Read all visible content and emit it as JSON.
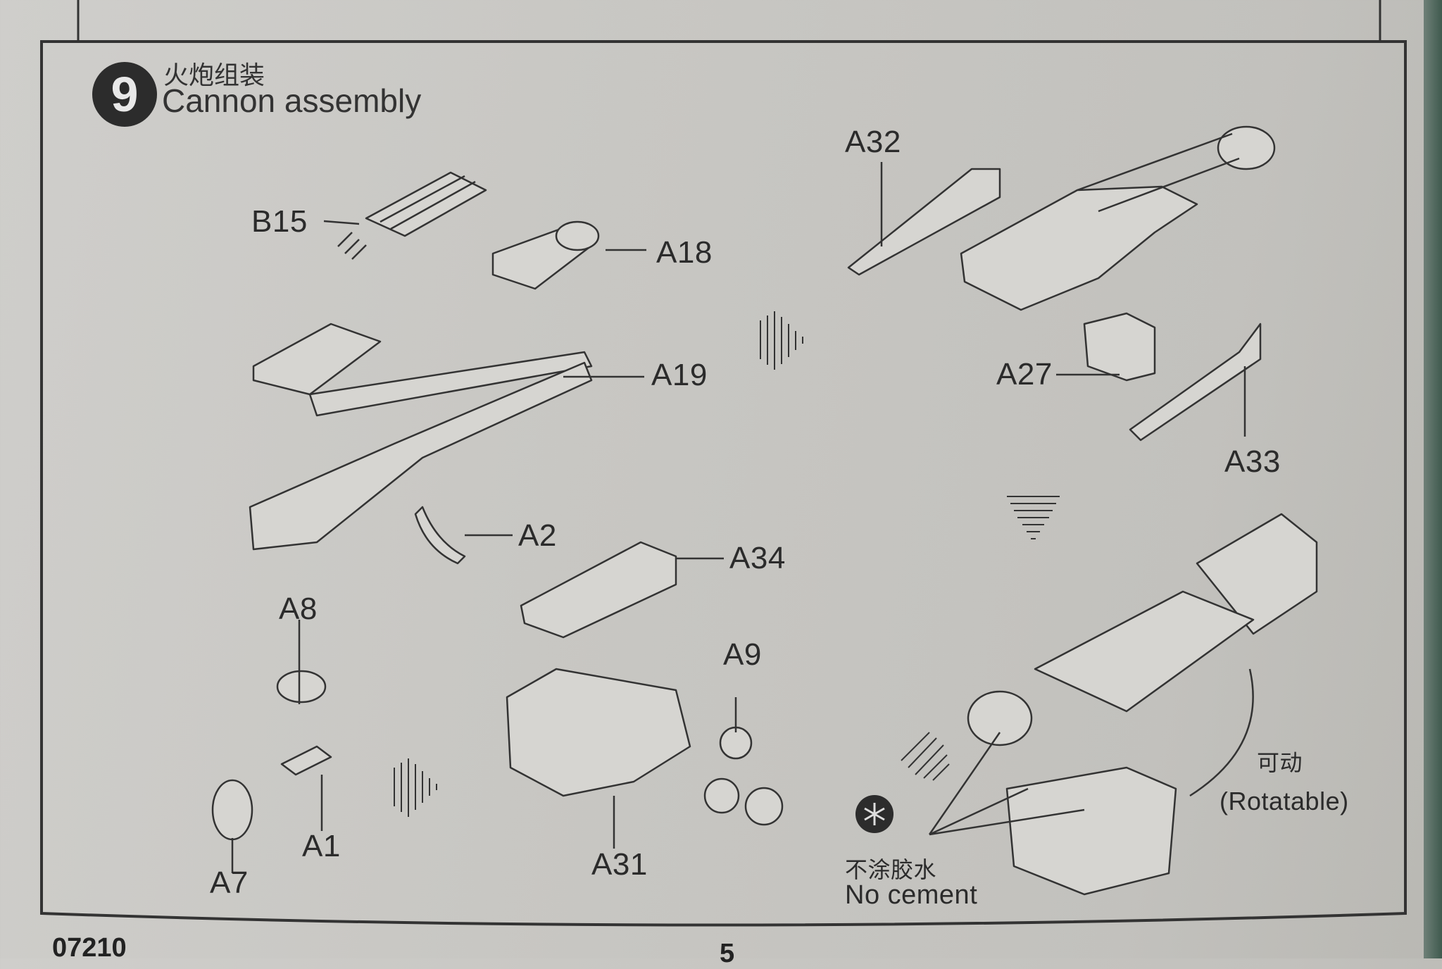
{
  "step": {
    "number": "9",
    "title_cn": "火炮组装",
    "title_en": "Cannon assembly"
  },
  "parts": {
    "b15": "B15",
    "a18": "A18",
    "a19": "A19",
    "a2": "A2",
    "a34": "A34",
    "a8": "A8",
    "a9": "A9",
    "a1": "A1",
    "a7": "A7",
    "a31": "A31",
    "a32": "A32",
    "a27": "A27",
    "a33": "A33"
  },
  "notes": {
    "rotatable_cn": "可动",
    "rotatable_en": "(Rotatable)",
    "no_cement_cn": "不涂胶水",
    "no_cement_en": "No cement"
  },
  "footer": {
    "code": "07210",
    "page": "5"
  },
  "colors": {
    "paper": "#c8c7c3",
    "ink": "#2b2b2b"
  }
}
